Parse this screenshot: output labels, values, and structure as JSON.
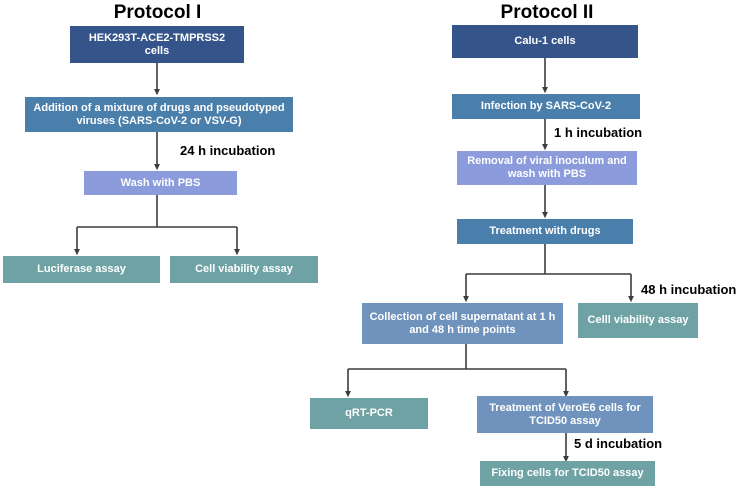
{
  "figure": {
    "kind": "experimental-protocol-flowchart",
    "background": "#ffffff"
  },
  "colors": {
    "navy": "#34548a",
    "blue": "#4a7fac",
    "steel": "#6f93bd",
    "periwinkle": "#8b9bdb",
    "teal": "#6ea2a4",
    "arrow": "#3c3c3c",
    "text_on_box": "#ffffff",
    "text_label": "#000000"
  },
  "protocol_1": {
    "title": "Protocol I",
    "nodes": [
      {
        "id": "p1n1",
        "label": "HEK293T-ACE2-TMPRSS2\ncells"
      },
      {
        "id": "p1n2",
        "label": "Addition of a mixture of drugs and pseudotyped\nviruses (SARS-CoV-2 or VSV-G)"
      },
      {
        "id": "p1n3",
        "label": "Wash with PBS"
      },
      {
        "id": "p1n4",
        "label": "Luciferase assay"
      },
      {
        "id": "p1n5",
        "label": "Cell viability assay"
      }
    ],
    "edge_labels": [
      {
        "id": "p1e1",
        "text": "24 h incubation"
      }
    ]
  },
  "protocol_2": {
    "title": "Protocol II",
    "nodes": [
      {
        "id": "p2n1",
        "label": "Calu-1 cells"
      },
      {
        "id": "p2n2",
        "label": "Infection by SARS-CoV-2"
      },
      {
        "id": "p2n3",
        "label": "Removal of viral inoculum and\nwash with PBS"
      },
      {
        "id": "p2n4",
        "label": "Treatment with drugs"
      },
      {
        "id": "p2n5",
        "label": "Collection of cell supernatant at 1 h\nand 48 h time points"
      },
      {
        "id": "p2n6",
        "label": "Celll viability assay"
      },
      {
        "id": "p2n7",
        "label": "qRT-PCR"
      },
      {
        "id": "p2n8",
        "label": "Treatment of VeroE6 cells for\nTCID50 assay"
      },
      {
        "id": "p2n9",
        "label": "Fixing cells for TCID50 assay"
      }
    ],
    "edge_labels": [
      {
        "id": "p2e1",
        "text": "1 h incubation"
      },
      {
        "id": "p2e2",
        "text": "48 h incubation"
      },
      {
        "id": "p2e3",
        "text": "5 d incubation"
      }
    ]
  }
}
